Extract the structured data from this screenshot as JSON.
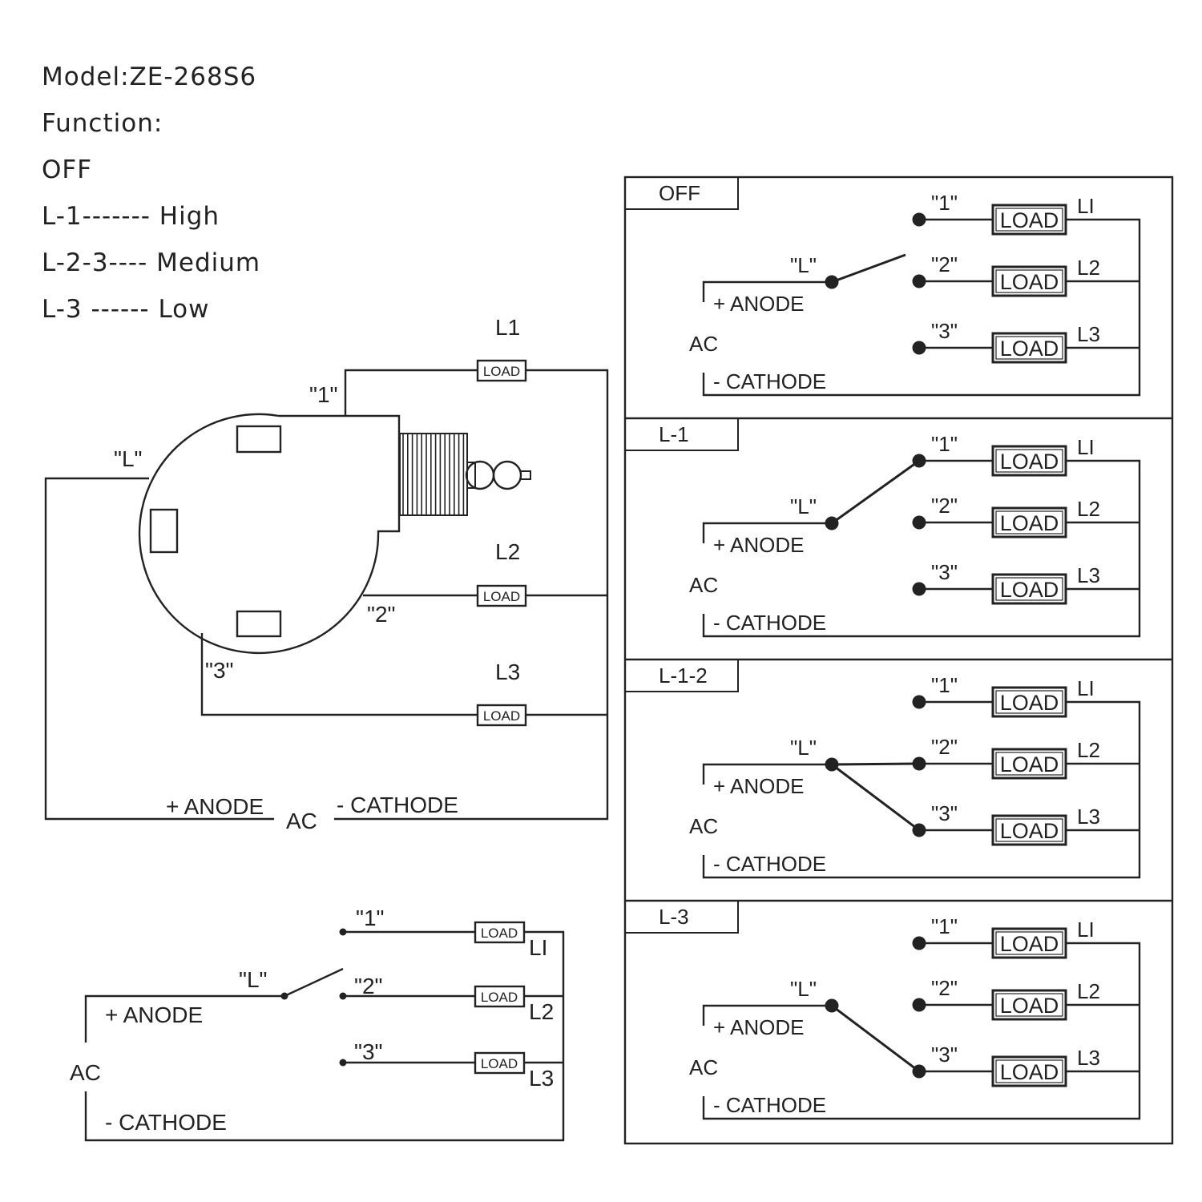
{
  "spec": {
    "model": "Model:ZE-268S6",
    "function": "Function:",
    "rows": [
      "OFF",
      "L-1------- High",
      "L-2-3---- Medium",
      "L-3 ------ Low"
    ]
  },
  "switch_drawing": {
    "pos1": "\"1\"",
    "pos2": "\"2\"",
    "pos3": "\"3\"",
    "posL": "\"L\"",
    "l1": "L1",
    "l2": "L2",
    "l3": "L3",
    "load": "LOAD",
    "anode": "+ ANODE",
    "ac": "AC",
    "cathode": "- CATHODE"
  },
  "schematic": {
    "pos1": "\"1\"",
    "pos2": "\"2\"",
    "pos3": "\"3\"",
    "posL": "\"L\"",
    "l1": "LI",
    "l2": "L2",
    "l3": "L3",
    "load": "LOAD",
    "anode": "+ ANODE",
    "ac": "AC",
    "cathode": "- CATHODE"
  },
  "states": [
    {
      "label": "OFF",
      "connected": []
    },
    {
      "label": "L-1",
      "connected": [
        1
      ]
    },
    {
      "label": "L-1-2",
      "connected": [
        2,
        3
      ]
    },
    {
      "label": "L-3",
      "connected": [
        3
      ]
    }
  ],
  "state_panel": {
    "pos1": "\"1\"",
    "pos2": "\"2\"",
    "pos3": "\"3\"",
    "posL": "\"L\"",
    "l1": "LI",
    "l2": "L2",
    "l3": "L3",
    "load": "LOAD",
    "anode": "+ ANODE",
    "ac": "AC",
    "cathode": "- CATHODE"
  }
}
